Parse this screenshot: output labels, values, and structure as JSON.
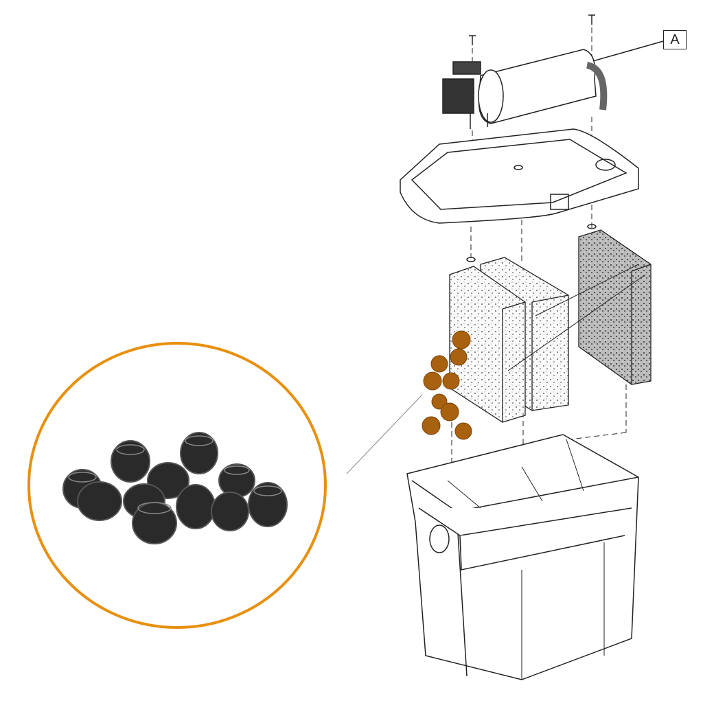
{
  "diagram": {
    "callout_label": "A",
    "colors": {
      "highlight_ring": "#e8900f",
      "bio_media_highlight": "#a8610f",
      "line_art": "#222222",
      "bio_media_photo": "#2a2a2a"
    },
    "parts": [
      "uv-clarifier",
      "filter-lid",
      "foam-sponge-coarse",
      "foam-sponge-medium",
      "foam-sponge-fine",
      "bio-media",
      "filter-container"
    ]
  }
}
